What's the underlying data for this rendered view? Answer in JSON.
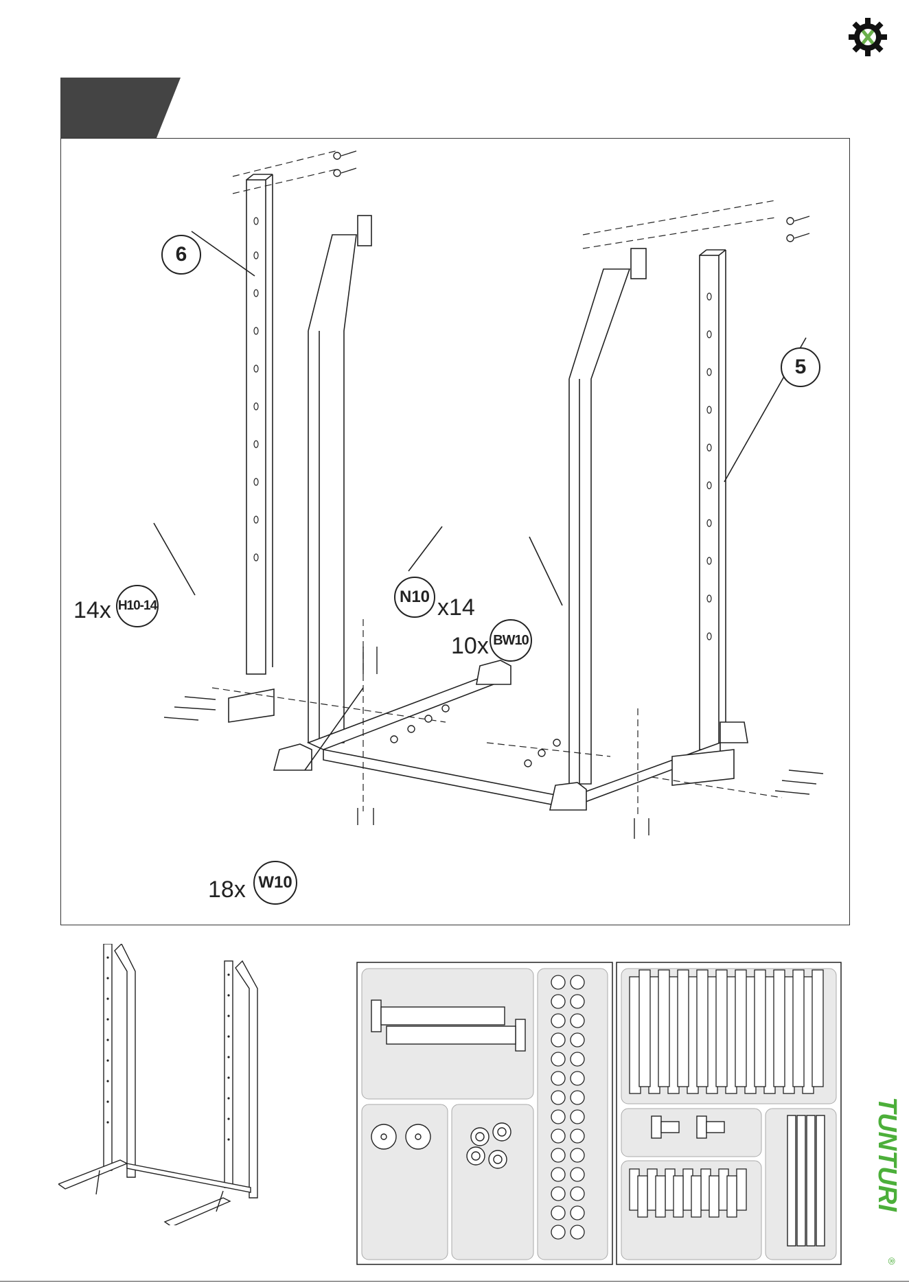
{
  "logo": {
    "icon": "gear-wrench-tool-icon",
    "accent": "#6ab04c"
  },
  "step_tab": {
    "color": "#444444"
  },
  "callouts": {
    "part6": "6",
    "part5": "5",
    "bolt_h10_14": "H10-14",
    "nut_n10": "N10",
    "big_washer_bw10": "BW10",
    "washer_w10": "W10"
  },
  "quantities": {
    "h10_14": "14x",
    "n10": "x14",
    "bw10": "10x",
    "w10": "18x"
  },
  "brand": {
    "name": "TUNTURI",
    "mark": "®",
    "color": "#4caf3a"
  },
  "colors": {
    "line": "#222222",
    "parts_bg": "#e9e9e9"
  }
}
